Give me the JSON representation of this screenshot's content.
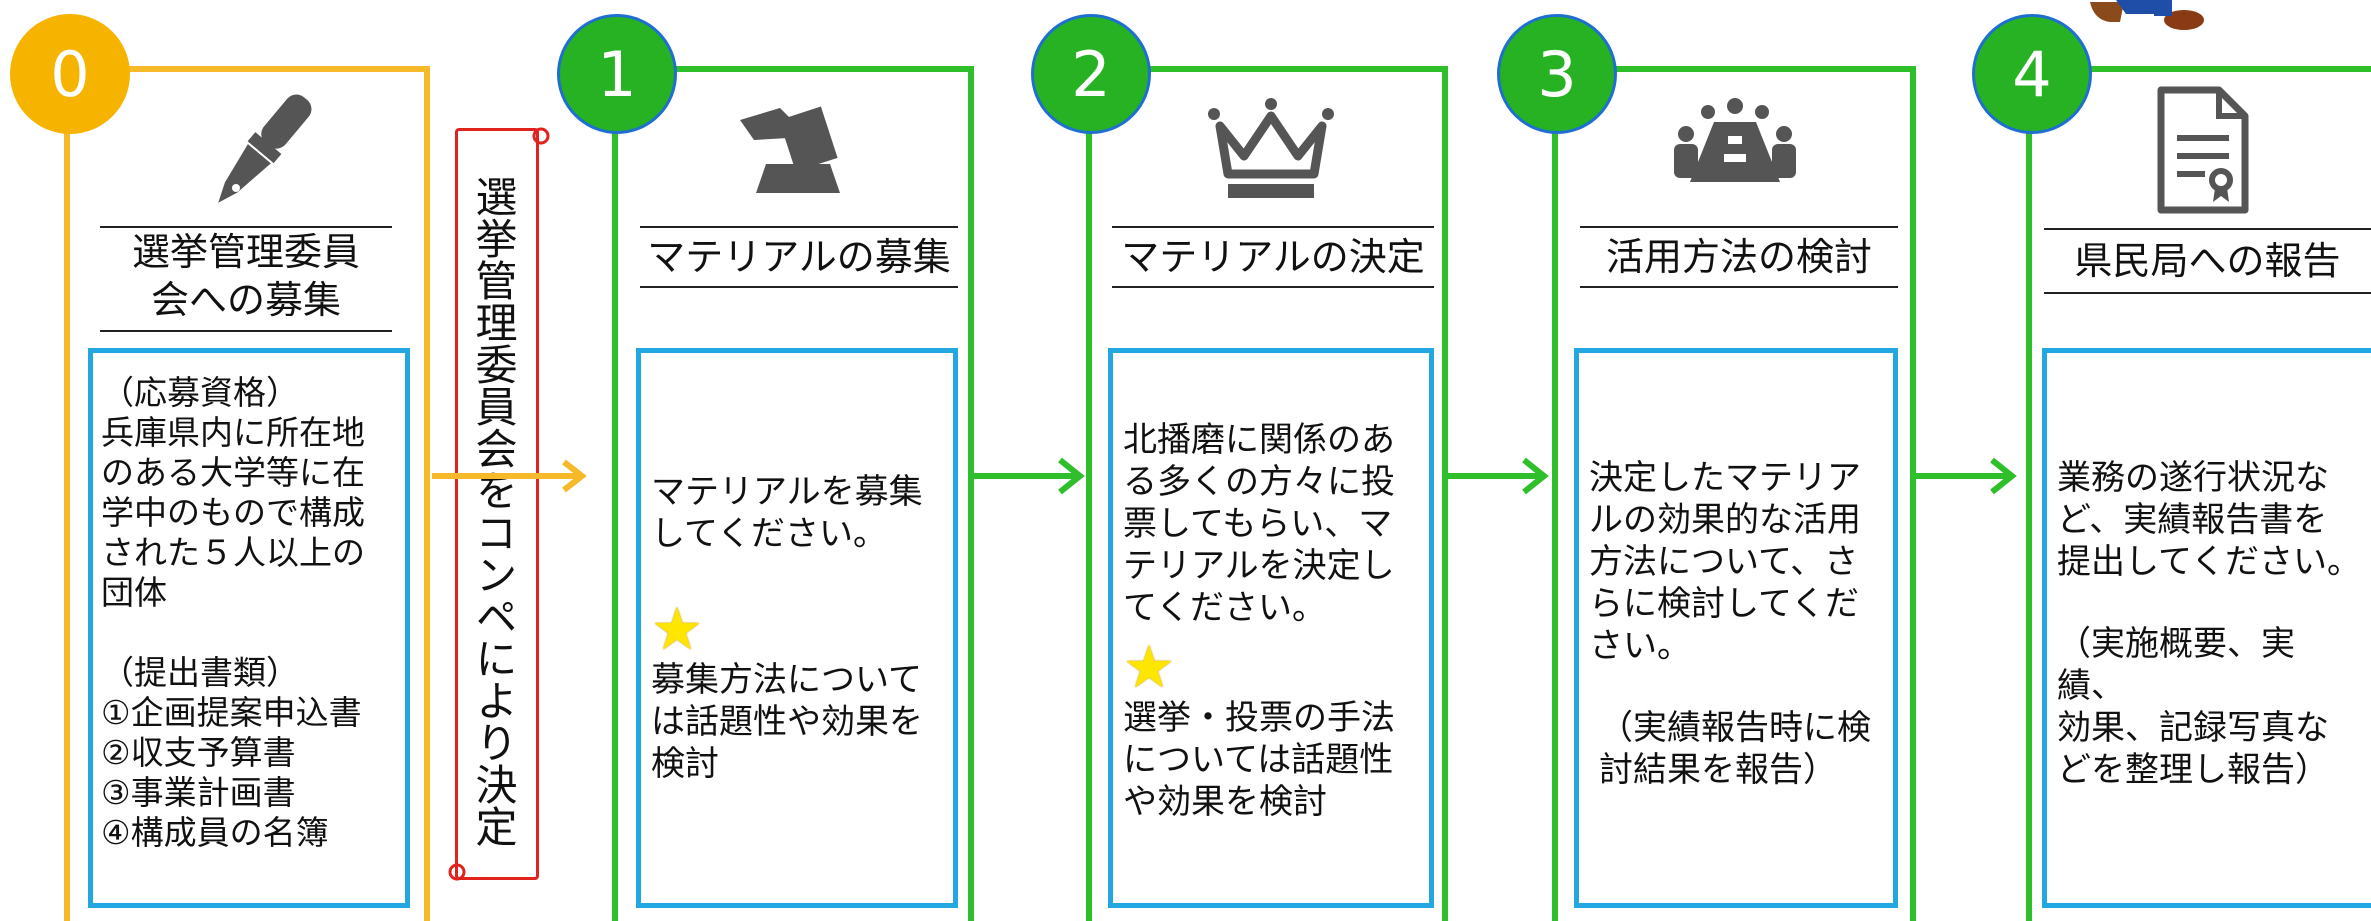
{
  "steps": [
    {
      "number": "0",
      "title": "選挙管理委員会への募集",
      "title_line1": "選挙管理委員",
      "title_line2": "会への募集",
      "icon": "fountain-pen-icon",
      "body_line1": "（応募資格）\n兵庫県内に所在地\nのある大学等に在\n学中のもので構成\nされた５人以上の\n団体",
      "body_line2": "（提出書類）\n①企画提案申込書\n②収支予算書\n③事業計画書\n④構成員の名簿"
    },
    {
      "number": "1",
      "title": "マテリアルの募集",
      "icon": "ballot-box-icon",
      "body_main": "マテリアルを募集\nしてください。",
      "star": "★",
      "body_note": "募集方法について\nは話題性や効果を\n検討"
    },
    {
      "number": "2",
      "title": "マテリアルの決定",
      "icon": "crown-icon",
      "body_main": "北播磨に関係のあ\nる多くの方々に投\n票してもらい、マ\nテリアルを決定し\nてください。",
      "star": "★",
      "body_note": "選挙・投票の手法\nについては話題性\nや効果を検討"
    },
    {
      "number": "3",
      "title": "活用方法の検討",
      "icon": "meeting-table-icon",
      "body_main": "決定したマテリア\nルの効果的な活用\n方法について、さ\nらに検討してくだ\nさい。",
      "body_note": "（実績報告時に検\n討結果を報告）"
    },
    {
      "number": "4",
      "title": "県民局への報告",
      "icon": "certificate-document-icon",
      "body_main": "業務の遂行状況な\nど、実績報告書を\n提出してください。",
      "body_note": "（実施概要、実績、\n効果、記録写真な\nどを整理し報告）"
    }
  ],
  "scroll_banner": "選挙管理委員会をコンペにより決定",
  "colors": {
    "orange": "#f6b400",
    "green": "#27b224",
    "blue": "#22a7e0",
    "red": "#e0231e"
  }
}
